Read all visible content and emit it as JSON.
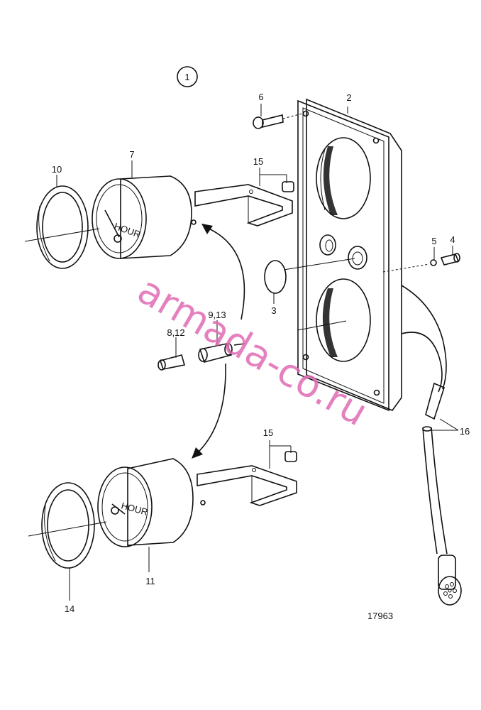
{
  "diagram": {
    "view_number": "1",
    "drawing_number": "17963",
    "watermark": "armada-co.ru",
    "callouts": {
      "c1": "2",
      "c2": "6",
      "c3": "7",
      "c4": "10",
      "c5": "15",
      "c6": "4",
      "c7": "5",
      "c8": "3",
      "c9": "9,13",
      "c10": "8,12",
      "c11": "16",
      "c12": "15",
      "c13": "11",
      "c14": "14"
    }
  }
}
